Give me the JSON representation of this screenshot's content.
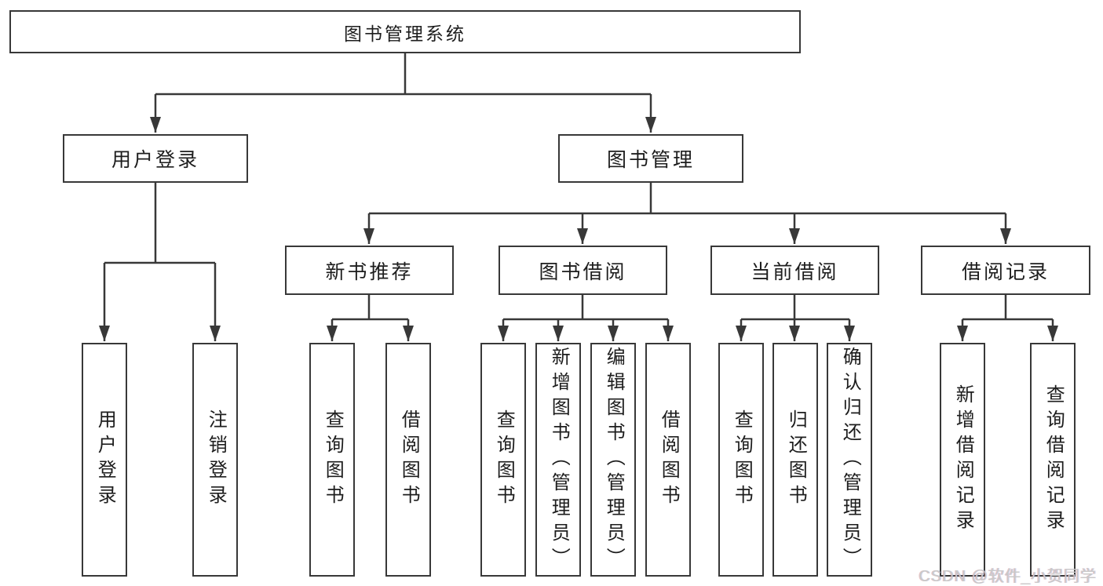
{
  "colors": {
    "line": "#383838",
    "box_border": "#383838",
    "box_background": "#ffffff",
    "text": "#1d1d1d",
    "watermark_text": "#c9c9c9"
  },
  "diagram_type": "hierarchy-tree",
  "root": {
    "label": "图书管理系统"
  },
  "level2": [
    {
      "label": "用户登录",
      "children": [
        {
          "label": "用户登录"
        },
        {
          "label": "注销登录"
        }
      ]
    },
    {
      "label": "图书管理",
      "children": [
        {
          "label": "新书推荐",
          "children": [
            {
              "label": "查询图书"
            },
            {
              "label": "借阅图书"
            }
          ]
        },
        {
          "label": "图书借阅",
          "children": [
            {
              "label": "查询图书"
            },
            {
              "label": "新增图书（管理员）"
            },
            {
              "label": "编辑图书（管理员）"
            },
            {
              "label": "借阅图书"
            }
          ]
        },
        {
          "label": "当前借阅",
          "children": [
            {
              "label": "查询图书"
            },
            {
              "label": "归还图书"
            },
            {
              "label": "确认归还（管理员）"
            }
          ]
        },
        {
          "label": "借阅记录",
          "children": [
            {
              "label": "新增借阅记录"
            },
            {
              "label": "查询借阅记录"
            }
          ]
        }
      ]
    }
  ],
  "watermark": "CSDN @软件_小贺同学"
}
